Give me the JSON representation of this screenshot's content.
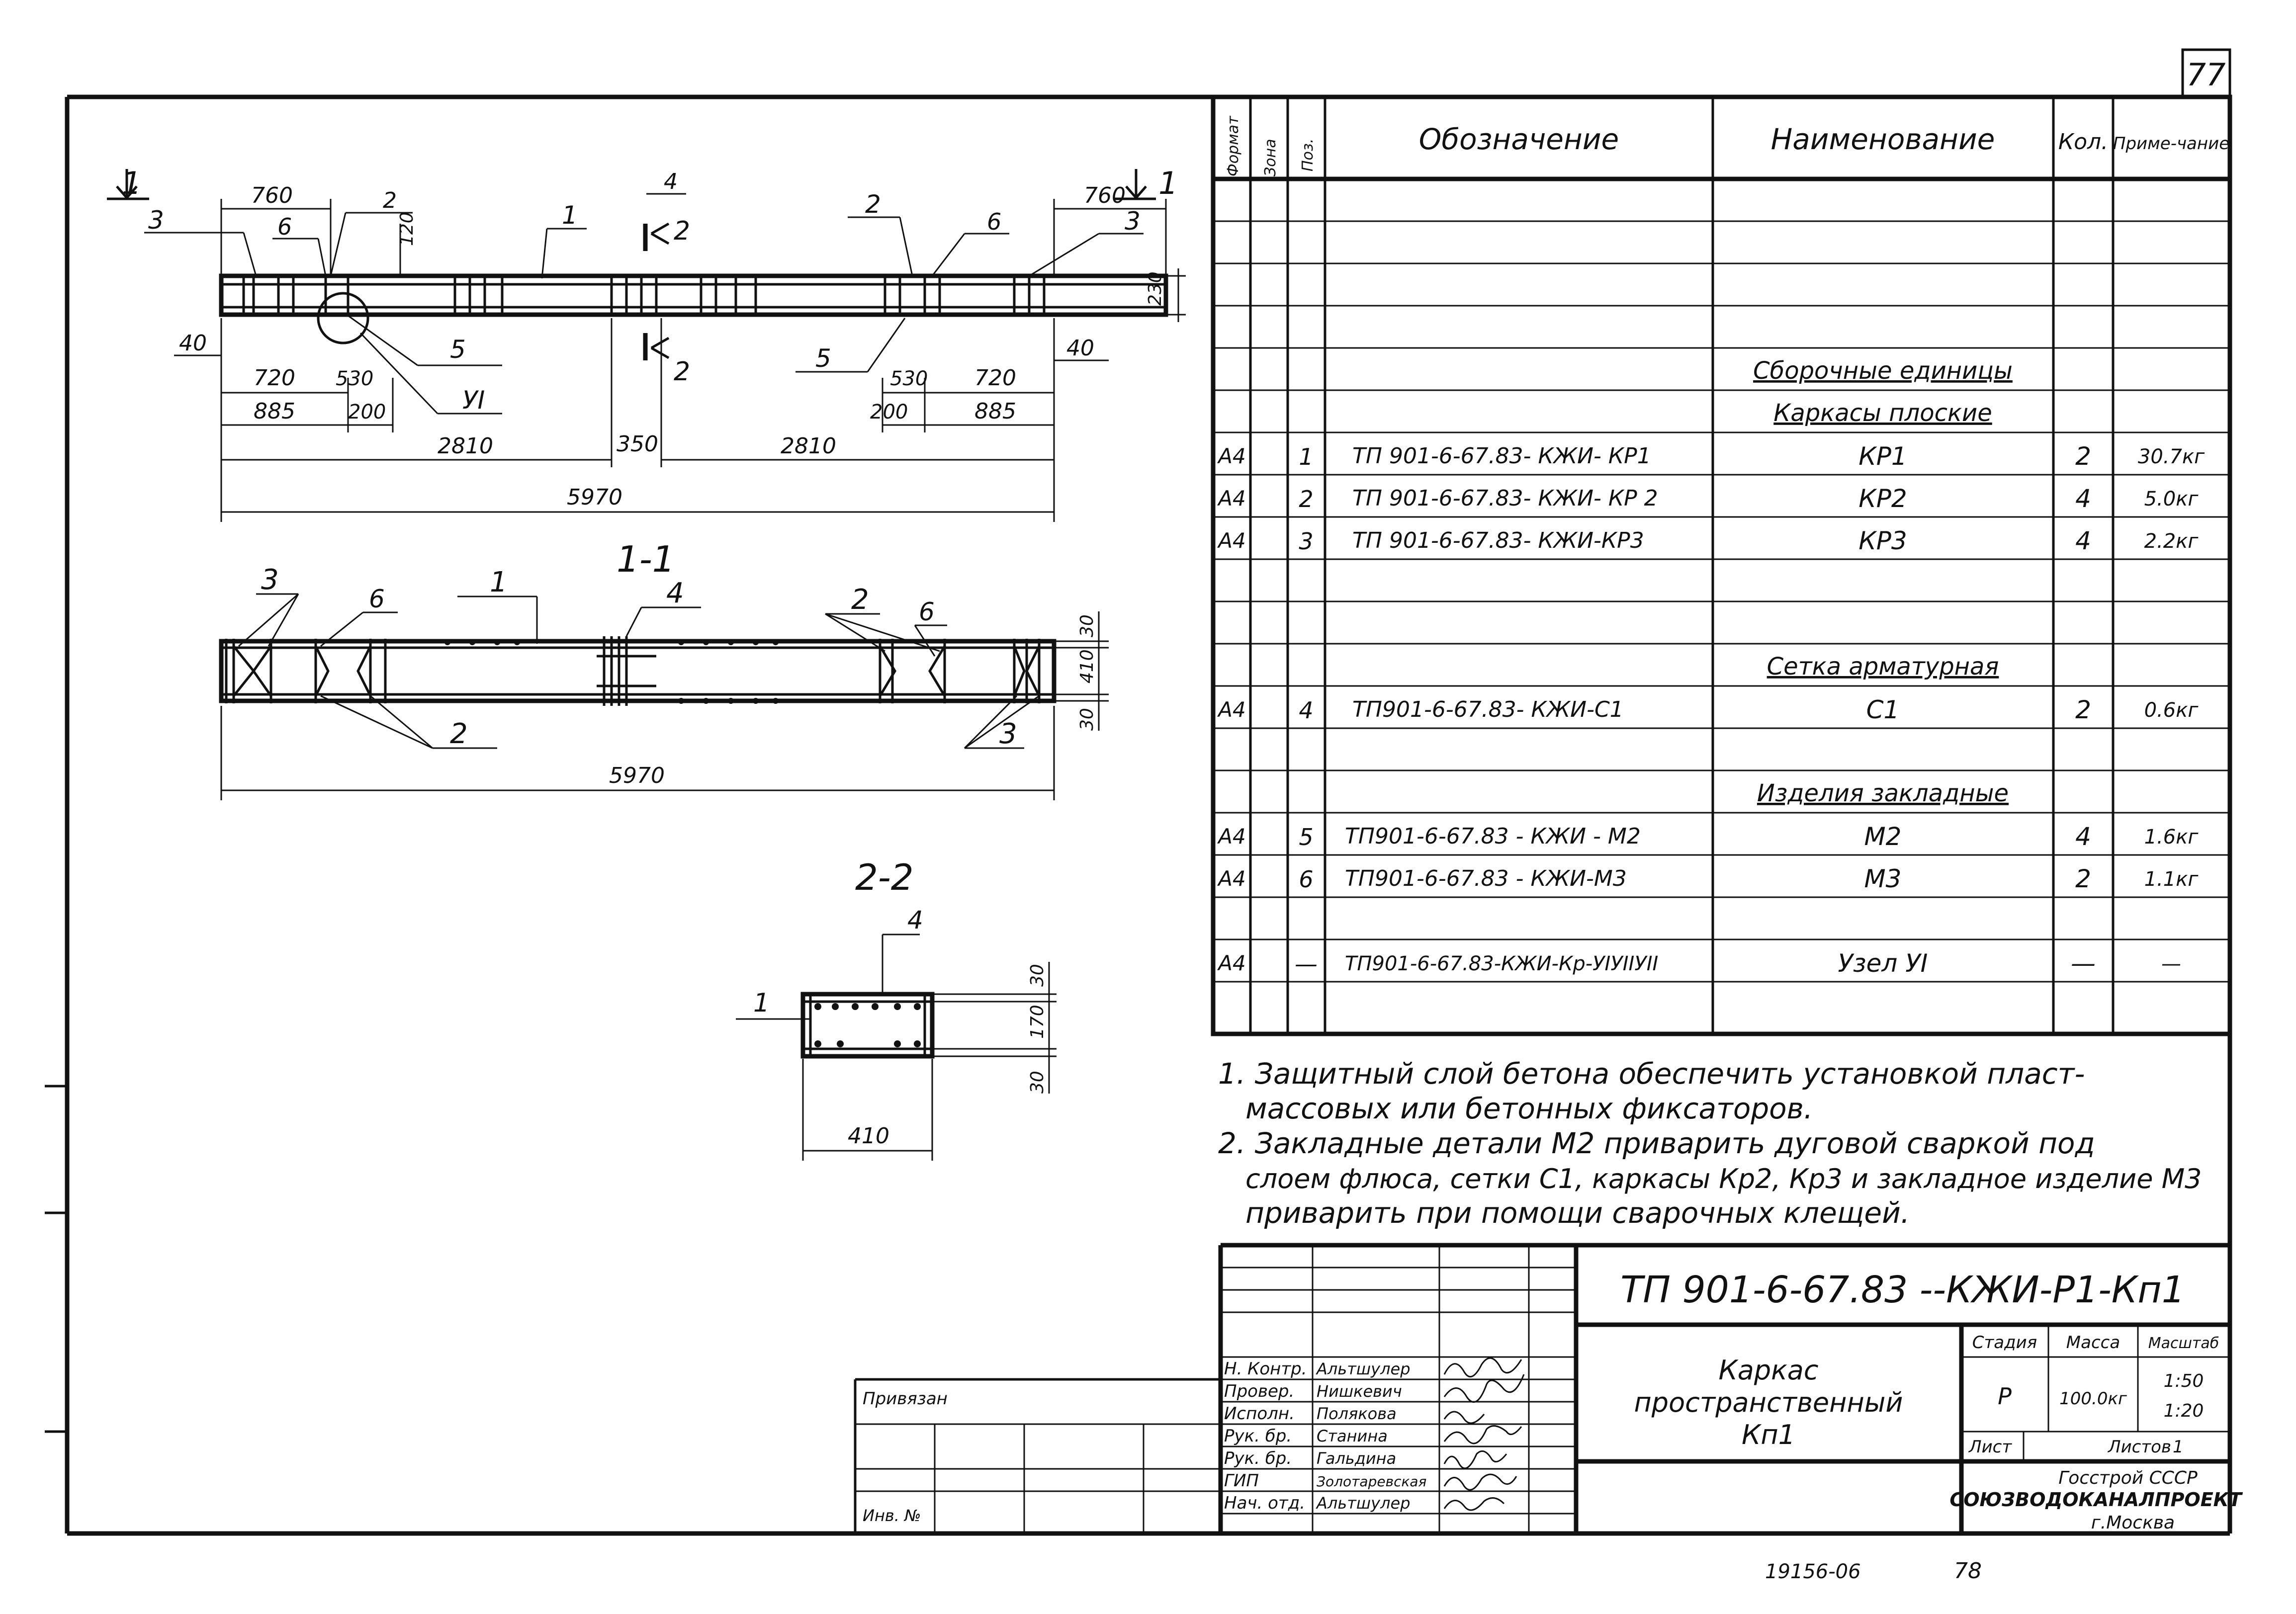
{
  "sheet_number": "77",
  "bottom_number": "78",
  "archive_number": "19156-06",
  "drawings": {
    "elevation": {
      "section_mark": "1",
      "dims_top": [
        "760",
        "2",
        "120",
        "4",
        "2",
        "760"
      ],
      "dims_bottom_left": [
        "40",
        "720",
        "530",
        "885",
        "200"
      ],
      "dims_bottom_right": [
        "530",
        "720",
        "40",
        "200",
        "885"
      ],
      "dims_spans": [
        "2810",
        "350",
        "2810"
      ],
      "overall": "5970",
      "height": "230",
      "positions_top": [
        "3",
        "6",
        "1",
        "2",
        "6",
        "3"
      ],
      "positions_bottom": [
        "5",
        "УI",
        "5"
      ],
      "cut_label": "2"
    },
    "section_1_1": {
      "title": "1-1",
      "positions": [
        "3",
        "6",
        "1",
        "4",
        "2",
        "6",
        "2",
        "3"
      ],
      "dims_right": [
        "30",
        "410",
        "30"
      ],
      "overall": "5970"
    },
    "section_2_2": {
      "title": "2-2",
      "pos_top": "4",
      "pos_left": "1",
      "dims_right": [
        "30",
        "170",
        "30"
      ],
      "width": "410"
    }
  },
  "spec_table": {
    "headers": {
      "format": "Формат",
      "zone": "Зона",
      "pos": "Поз.",
      "designation": "Обозначение",
      "name": "Наименование",
      "qty": "Кол.",
      "note": "Приме-чание"
    },
    "groups": {
      "assembly": "Сборочные единицы",
      "flat_frames": "Каркасы плоские",
      "mesh": "Сетка арматурная",
      "embedded": "Изделия закладные"
    },
    "rows": [
      {
        "format": "А4",
        "pos": "1",
        "designation": "ТП 901-6-67.83- КЖИ- КР1",
        "name": "КР1",
        "qty": "2",
        "note": "30.7кг"
      },
      {
        "format": "А4",
        "pos": "2",
        "designation": "ТП 901-6-67.83- КЖИ- КР 2",
        "name": "КР2",
        "qty": "4",
        "note": "5.0кг"
      },
      {
        "format": "А4",
        "pos": "3",
        "designation": "ТП 901-6-67.83- КЖИ-КР3",
        "name": "КР3",
        "qty": "4",
        "note": "2.2кг"
      },
      {
        "format": "А4",
        "pos": "4",
        "designation": "ТП901-6-67.83- КЖИ-С1",
        "name": "С1",
        "qty": "2",
        "note": "0.6кг"
      },
      {
        "format": "А4",
        "pos": "5",
        "designation": "ТП901-6-67.83 - КЖИ - М2",
        "name": "М2",
        "qty": "4",
        "note": "1.6кг"
      },
      {
        "format": "А4",
        "pos": "6",
        "designation": "ТП901-6-67.83 - КЖИ-М3",
        "name": "М3",
        "qty": "2",
        "note": "1.1кг"
      },
      {
        "format": "А4",
        "pos": "—",
        "designation": "ТП901-6-67.83-КЖИ-Кр-УIУIIУII",
        "name": "Узел УI",
        "qty": "—",
        "note": "—"
      }
    ]
  },
  "notes": [
    "1. Защитный слой бетона обеспечить установкой пласт-",
    "массовых или бетонных фиксаторов.",
    "2. Закладные детали М2 приварить дуговой сваркой под",
    "слоем флюса, сетки С1, каркасы Кр2, Кр3 и закладное изделие М3",
    "приварить при помощи сварочных клещей."
  ],
  "title_block": {
    "code": "ТП 901-6-67.83 --КЖИ-Р1-Кп1",
    "object_name": [
      "Каркас",
      "пространственный",
      "Кп1"
    ],
    "stage_label": "Стадия",
    "mass_label": "Масса",
    "scale_label": "Масштаб",
    "stage": "Р",
    "mass": "100.0кг",
    "scales": [
      "1:50",
      "1:20"
    ],
    "sheet_label": "Лист",
    "sheets_label": "Листов",
    "sheets": "1",
    "org": [
      "Госстрой СССР",
      "СОЮЗВОДОКАНАЛПРОЕКТ",
      "г.Москва"
    ],
    "attached": "Привязан",
    "inv": "Инв. №",
    "roles": [
      {
        "role": "Н. Контр.",
        "name": "Альтшулер"
      },
      {
        "role": "Провер.",
        "name": "Нишкевич"
      },
      {
        "role": "Исполн.",
        "name": "Полякова"
      },
      {
        "role": "Рук. бр.",
        "name": "Станина"
      },
      {
        "role": "Рук. бр.",
        "name": "Гальдина"
      },
      {
        "role": "ГИП",
        "name": "Золотаревская"
      },
      {
        "role": "Нач. отд.",
        "name": "Альтшулер"
      }
    ]
  }
}
